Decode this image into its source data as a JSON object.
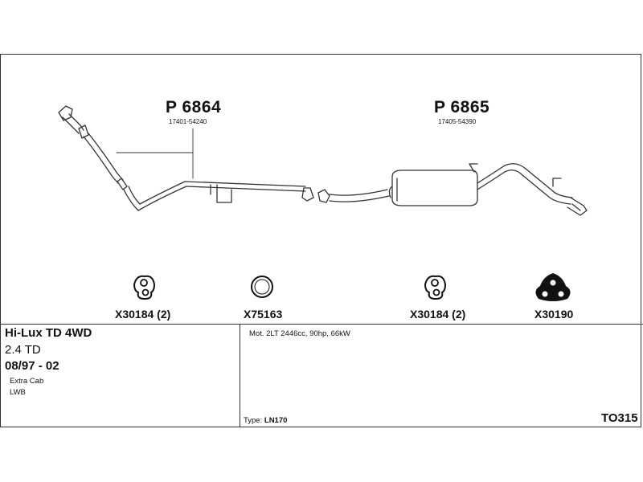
{
  "parts": {
    "front_pipe": {
      "number": "P 6864",
      "oem": "17401-54240"
    },
    "rear_silencer": {
      "number": "P 6865",
      "oem": "17405-54390"
    }
  },
  "fittings": [
    {
      "code": "X30184 (2)",
      "icon": "rubber-hanger-icon"
    },
    {
      "code": "X75163",
      "icon": "sealing-ring-icon"
    },
    {
      "code": "X30184 (2)",
      "icon": "rubber-hanger-icon"
    },
    {
      "code": "X30190",
      "icon": "triple-rubber-mount-icon"
    }
  ],
  "vehicle": {
    "model": "Hi-Lux TD 4WD",
    "engine": "2.4 TD",
    "years": "08/97 - 02",
    "notes": [
      "Extra Cab",
      "LWB"
    ]
  },
  "spec": {
    "motor": "Mot. 2LT 2446cc, 90hp, 66kW",
    "type_label": "Type:",
    "type_value": "LN170"
  },
  "reference": "TO315",
  "colors": {
    "line": "#333333",
    "fill": "#ffffff",
    "mount": "#111111"
  }
}
